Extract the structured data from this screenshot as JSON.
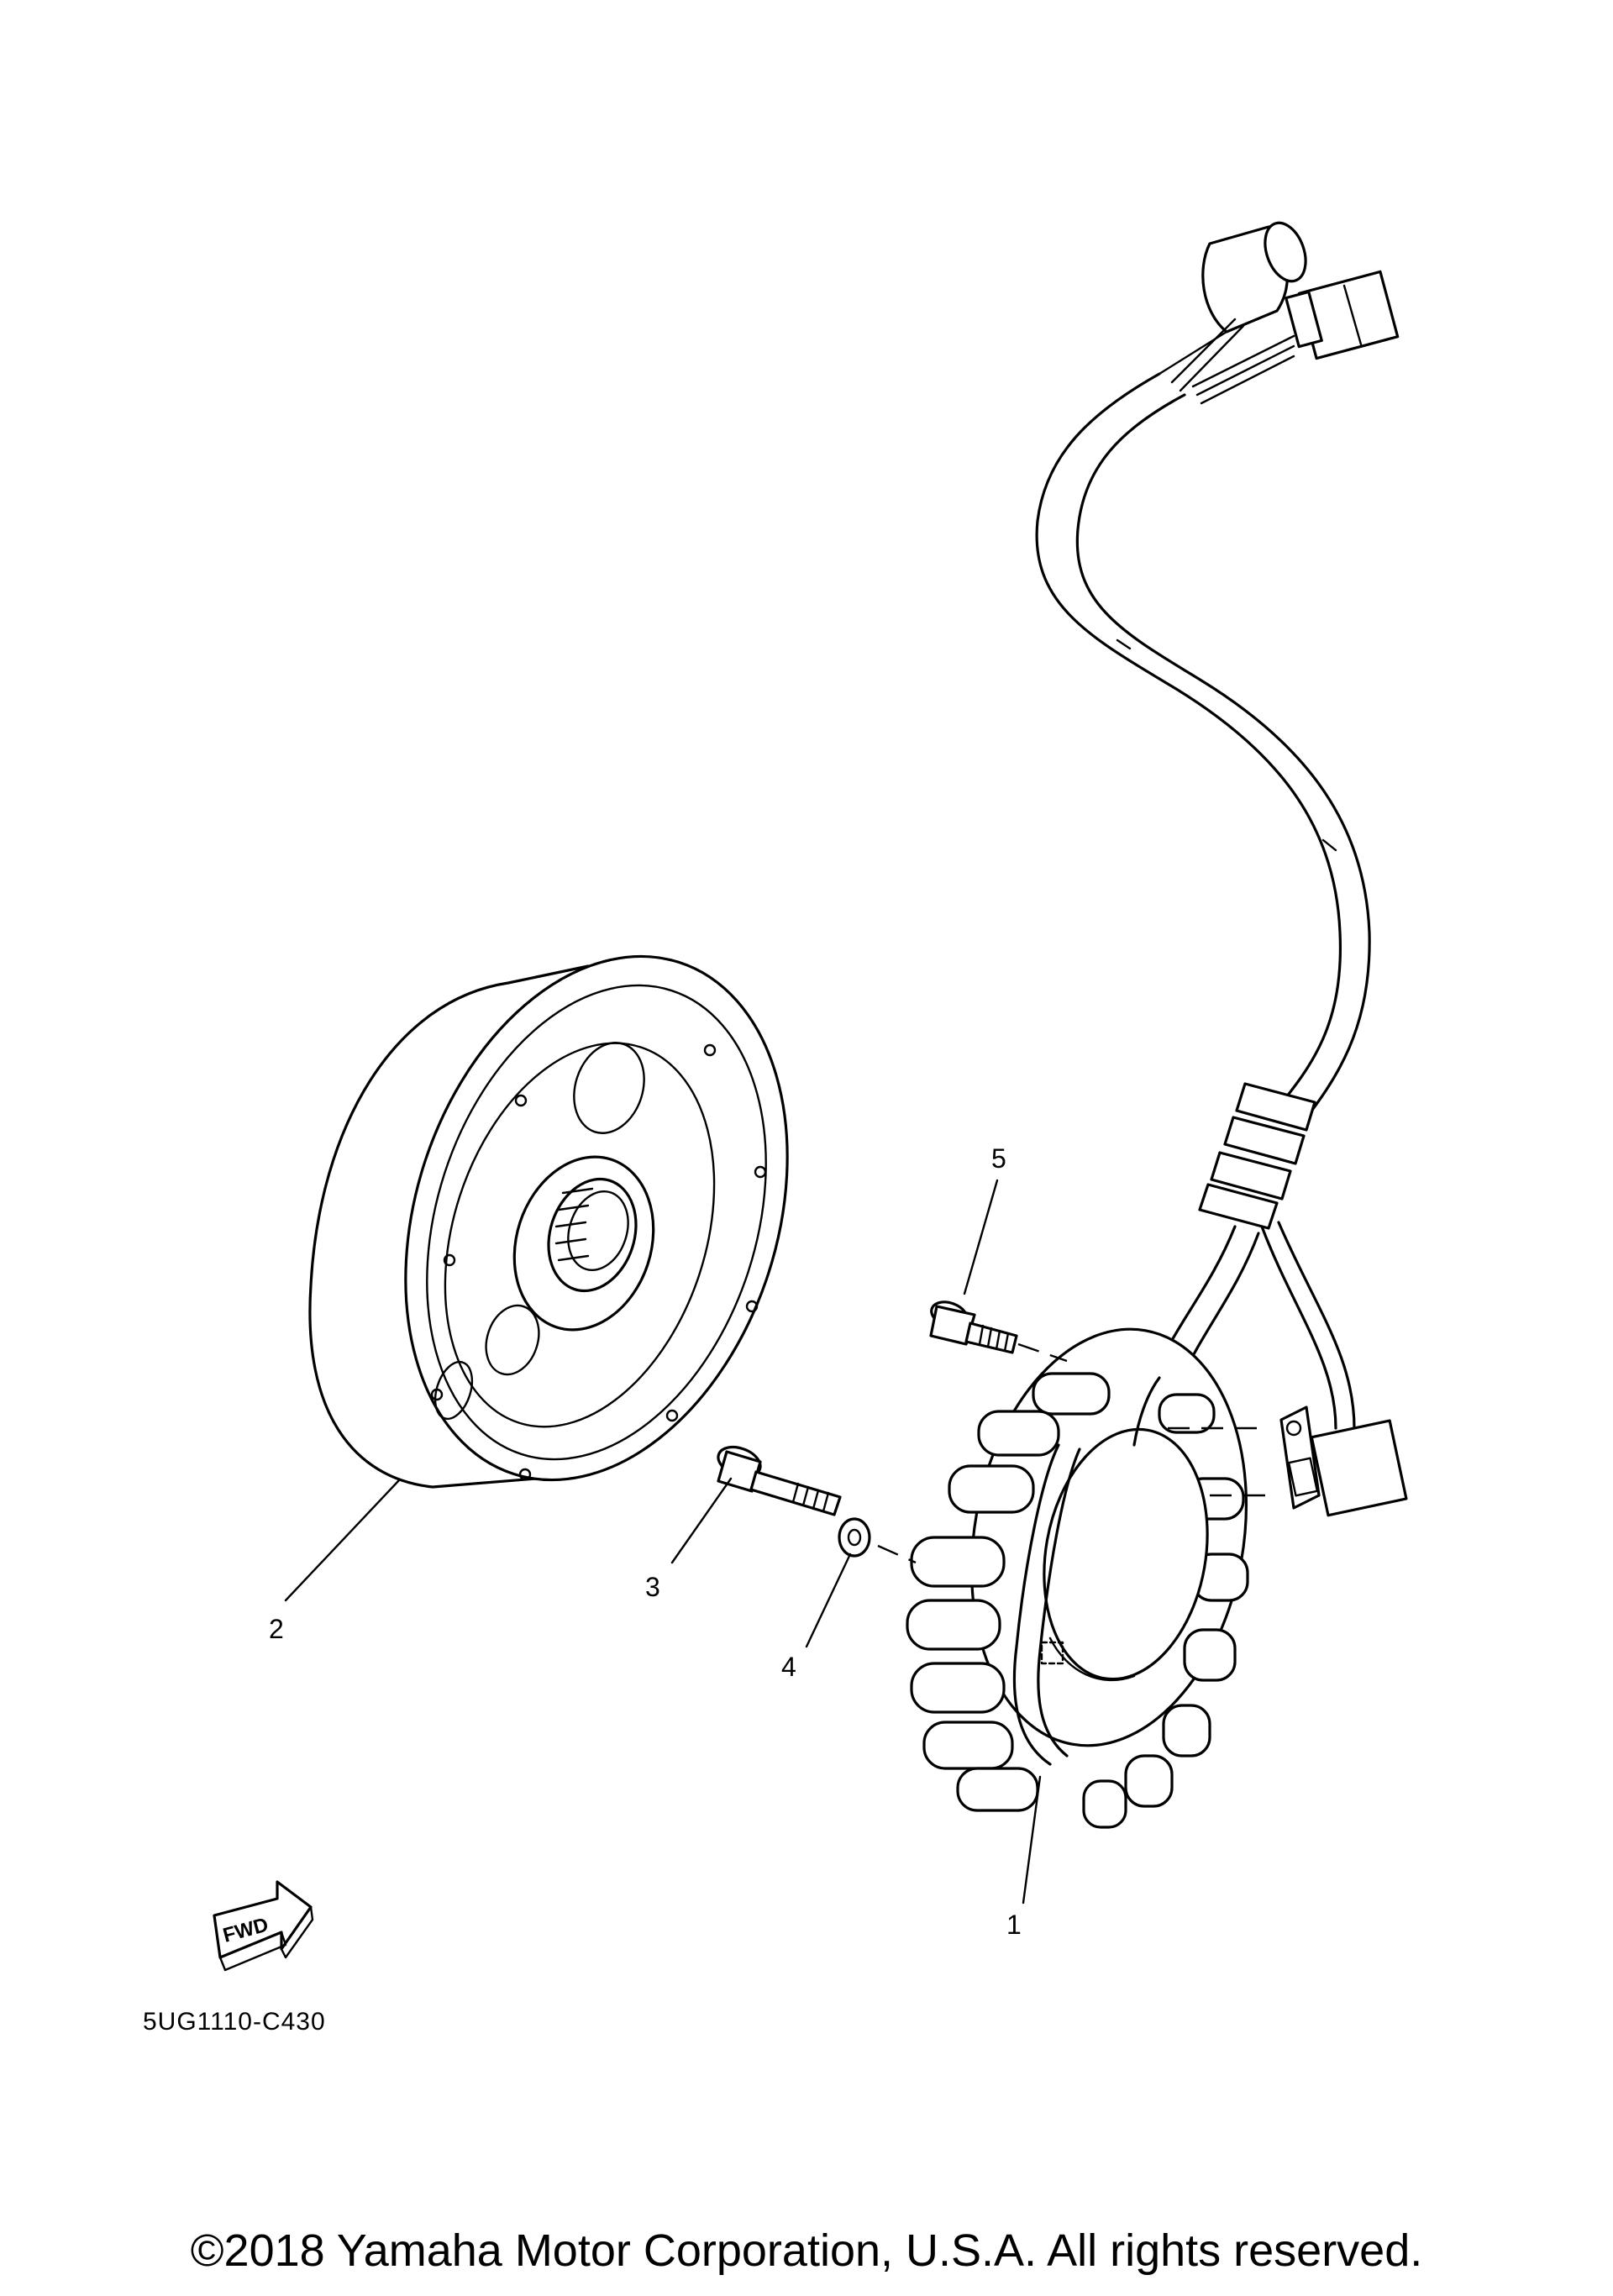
{
  "diagram": {
    "callouts": [
      "1",
      "2",
      "3",
      "4",
      "5"
    ],
    "fwd_label": "FWD",
    "code": "5UG1110-C430"
  },
  "footer": {
    "copyright": "©2018 Yamaha Motor Corporation, U.S.A. All rights reserved."
  },
  "colors": {
    "line": "#000000",
    "background": "#ffffff"
  }
}
